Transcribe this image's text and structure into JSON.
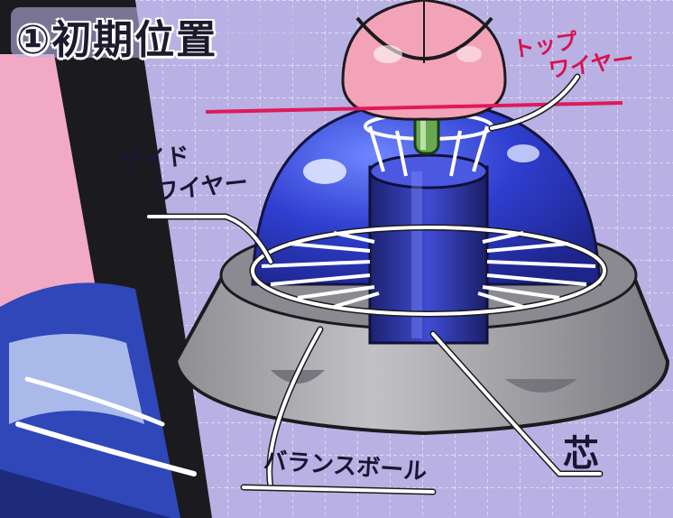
{
  "title": "①初期位置",
  "labels": {
    "top_wire_line1": "トップ",
    "top_wire_line2": "ワイヤー",
    "side_wire_line1": "サイド",
    "side_wire_line2": "ワイヤー",
    "balance_ball": "バランスボール",
    "core": "芯"
  },
  "colors": {
    "background_grid": "#b9b1e3",
    "dome": "#2d3fc4",
    "base": "#a9a9ad",
    "accent_line": "#e0195a",
    "skin": "#f3a3b8"
  }
}
